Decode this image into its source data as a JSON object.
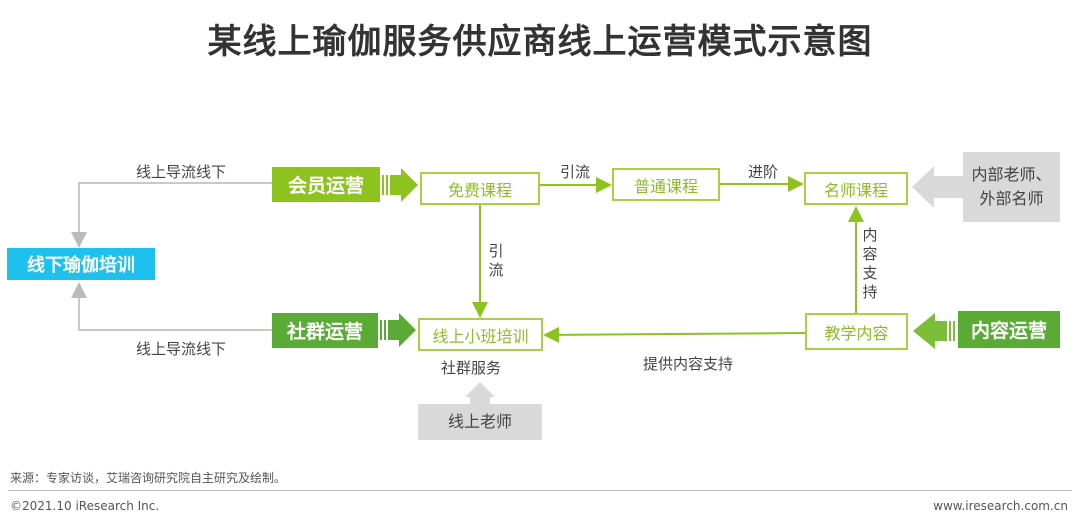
{
  "title": "某线上瑜伽服务供应商线上运营模式示意图",
  "nodes": {
    "offline_training": "线下瑜伽培训",
    "member_ops": "会员运营",
    "community_ops": "社群运营",
    "content_ops": "内容运营",
    "free_course": "免费课程",
    "regular_course": "普通课程",
    "master_course": "名师课程",
    "online_small_class": "线上小班培训",
    "teaching_content": "教学内容",
    "teachers_internal": "内部老师、",
    "teachers_external": "外部名师",
    "online_teacher": "线上老师"
  },
  "labels": {
    "guide_top": "线上导流线下",
    "guide_bottom": "线上导流线下",
    "traffic_h": "引流",
    "advance": "进阶",
    "traffic_v": "引\n流",
    "content_support_v": "内\n容\n支\n持",
    "community_service": "社群服务",
    "content_support_h": "提供内容支持"
  },
  "colors": {
    "lime": "#8dc21f",
    "green": "#5aab35",
    "cyan": "#1ec0ee",
    "gray": "#d9d9d9",
    "line": "#a9cf45"
  },
  "footer": {
    "source": "来源：专家访谈，艾瑞咨询研究院自主研究及绘制。",
    "copyright": "©2021.10 iResearch Inc.",
    "website": "www.iresearch.com.cn"
  }
}
